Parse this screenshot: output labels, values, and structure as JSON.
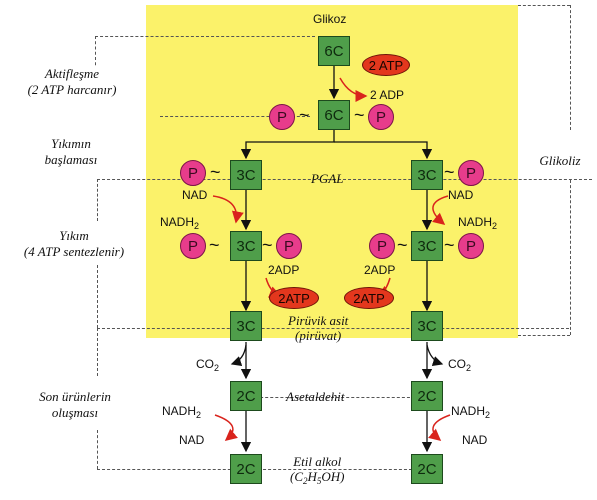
{
  "title": "Glikoz",
  "boxes": {
    "c6": "6C",
    "c3": "3C",
    "c2": "2C"
  },
  "phosphate": "P",
  "tilde": "~",
  "atp": {
    "two_atp": "2 ATP",
    "atp2": "2ATP"
  },
  "adp": {
    "two_adp_spaced": "2 ADP",
    "two_adp": "2ADP"
  },
  "molecules": {
    "nad": "NAD",
    "nadh_main": "NADH",
    "nadh_sub": "2",
    "co_main": "CO",
    "co_sub": "2"
  },
  "side_labels": {
    "aktiflesme": [
      "Aktifleşme",
      "(2 ATP harcanır)"
    ],
    "yikimin": [
      "Yıkımın",
      "başlaması"
    ],
    "yikim": [
      "Yıkım",
      "(4 ATP sentezlenir)"
    ],
    "son": [
      "Son ürünlerin",
      "oluşması"
    ],
    "glikoliz": "Glikoliz"
  },
  "center_labels": {
    "pgal": "PGAL",
    "piruvik": [
      "Pirüvik asit",
      "(pirüvat)"
    ],
    "asetaldehit": "Asetaldehit",
    "etil": "Etil alkol",
    "formula": {
      "open": "(C",
      "c_sub": "2",
      "h": "H",
      "h_sub": "5",
      "close": "OH)"
    }
  },
  "colors": {
    "background_zone": "#fbf26a",
    "box_green": "#4f9e4a",
    "phosphate_pink": "#e73c8b",
    "atp_red": "#e3371d",
    "red_arrow": "#d9231c"
  }
}
